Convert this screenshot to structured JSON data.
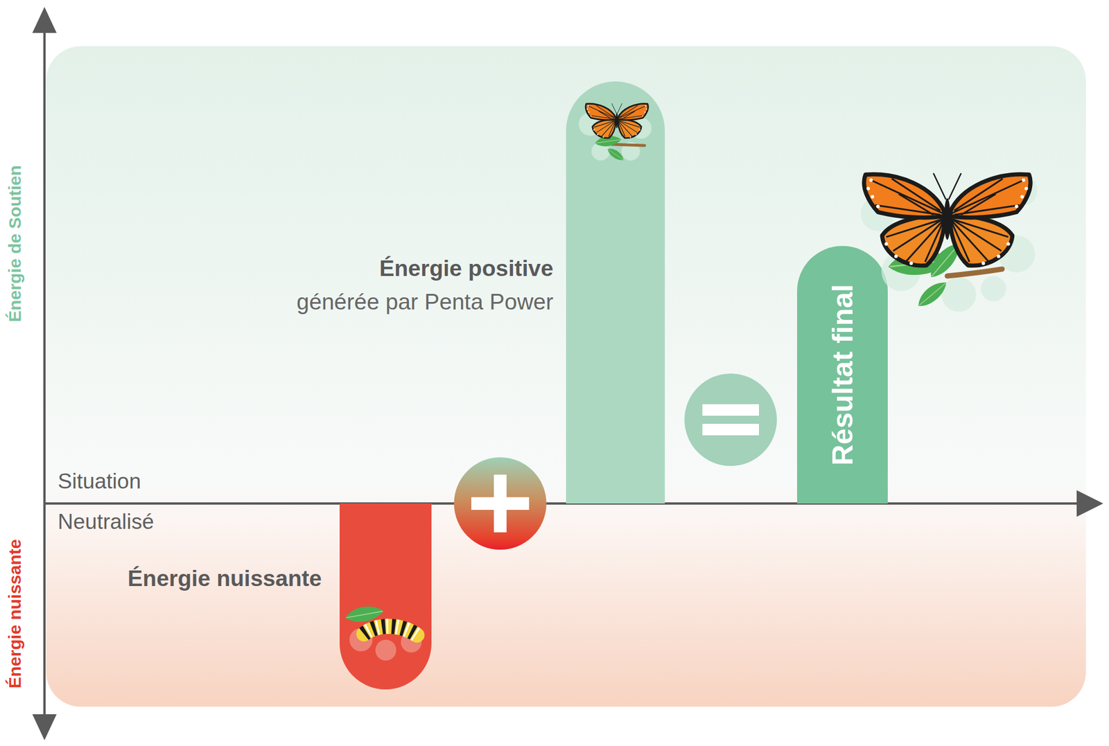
{
  "diagram": {
    "nodes": [
      {
        "text": [
          "Énergie nuissante"
        ]
      },
      {
        "text": [
          "Énergie positive",
          "générée par Penta Power"
        ]
      },
      {
        "text": [
          "Résultat final"
        ]
      }
    ],
    "labels": [
      "Énergie de Soutien",
      "Énergie nuissante",
      "Situation",
      "Neutralisé"
    ]
  }
}
